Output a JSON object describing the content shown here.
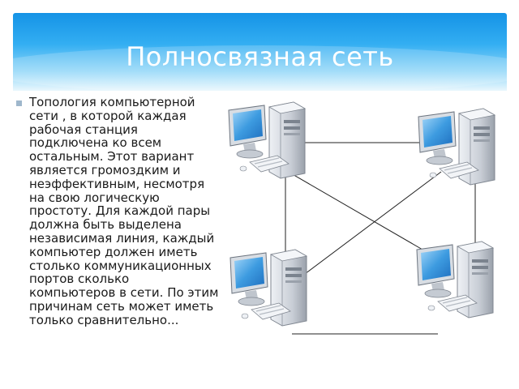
{
  "slide": {
    "title": "Полносвязная сеть",
    "body": "Топология компьютерной сети , в которой каждая рабочая станция подключена ко всем остальным. Этот вариант является громоздким и неэффективным, несмотря на свою логическую простоту. Для каждой пары должна быть выделена независимая линия, каждый компьютер должен иметь столько коммуникационных портов сколько компьютеров в сети. По этим причинам сеть может иметь только сравнительно..."
  },
  "diagram": {
    "nodes": [
      "workstation-top-left",
      "workstation-top-right",
      "workstation-bottom-left",
      "workstation-bottom-right"
    ],
    "links": [
      [
        "workstation-top-left",
        "workstation-top-right"
      ],
      [
        "workstation-top-left",
        "workstation-bottom-left"
      ],
      [
        "workstation-top-left",
        "workstation-bottom-right"
      ],
      [
        "workstation-top-right",
        "workstation-bottom-left"
      ],
      [
        "workstation-top-right",
        "workstation-bottom-right"
      ],
      [
        "workstation-bottom-left",
        "workstation-bottom-right"
      ]
    ]
  },
  "colors": {
    "header_top": "#1593e6",
    "header_bottom": "#e9f7fd",
    "monitor_screen": "#4aa6e8",
    "case": "#c9ced6"
  }
}
